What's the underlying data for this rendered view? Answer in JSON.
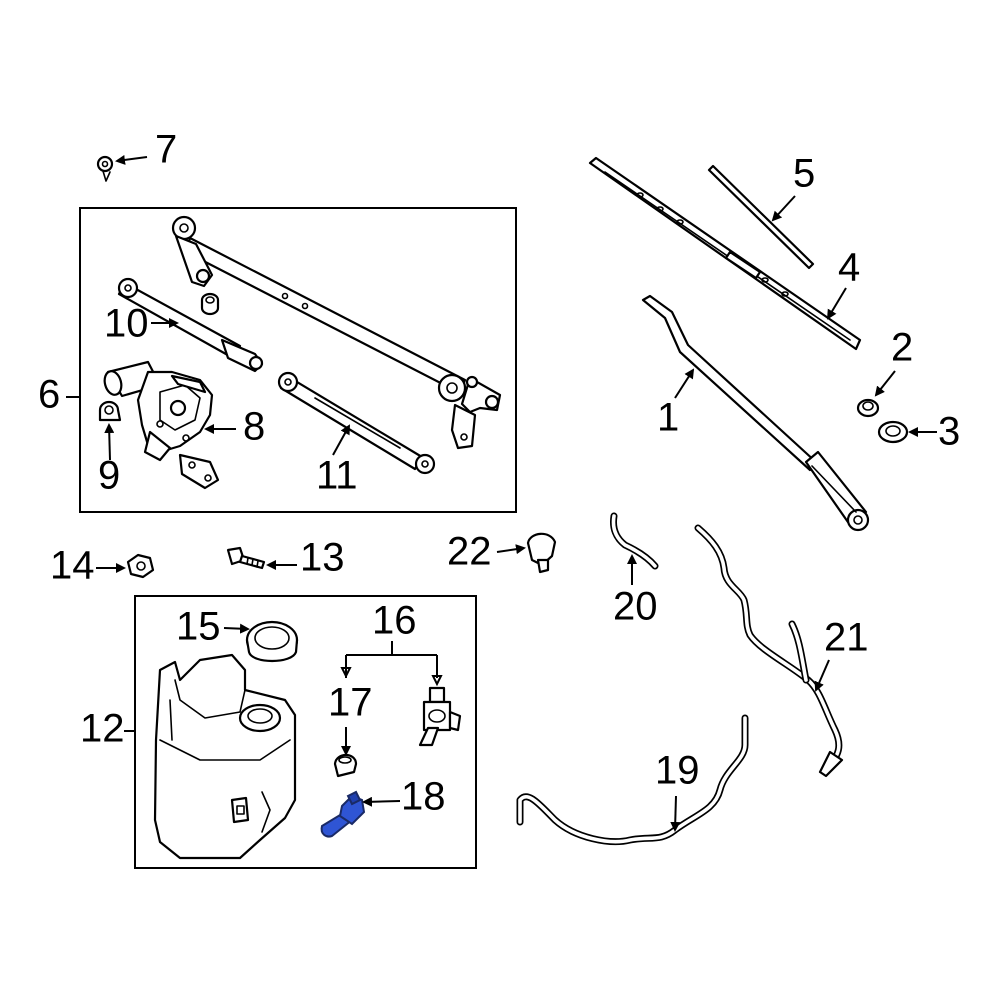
{
  "diagram": {
    "callouts": {
      "c1": "1",
      "c2": "2",
      "c3": "3",
      "c4": "4",
      "c5": "5",
      "c6": "6",
      "c7": "7",
      "c8": "8",
      "c9": "9",
      "c10": "10",
      "c11": "11",
      "c12": "12",
      "c13": "13",
      "c14": "14",
      "c15": "15",
      "c16": "16",
      "c17": "17",
      "c18": "18",
      "c19": "19",
      "c20": "20",
      "c21": "21",
      "c22": "22"
    },
    "highlight_part": "18",
    "colors": {
      "line": "#000000",
      "background": "#ffffff",
      "highlight_fill": "#2f55d4",
      "highlight_dark": "#1a2a66"
    }
  }
}
